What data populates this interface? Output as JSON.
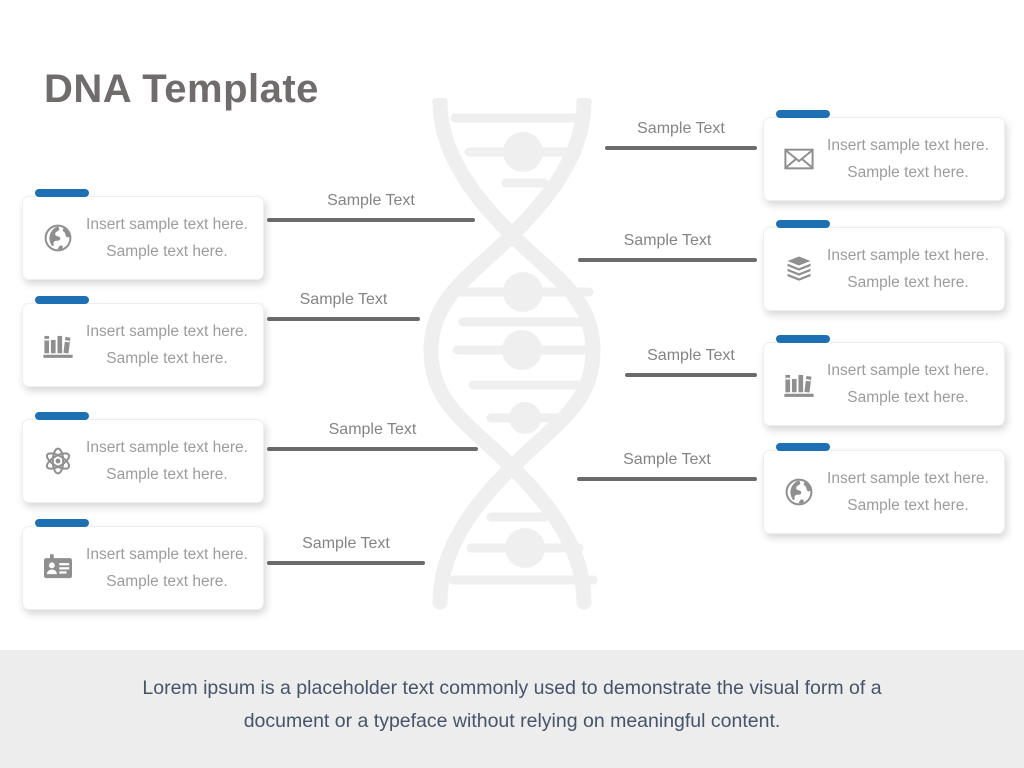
{
  "title": "DNA Template",
  "colors": {
    "accent_blue": "#1d70b4",
    "helix_gray": "#efefef",
    "connector_gray": "#6b6b6b",
    "footer_band": "#ededed",
    "footer_text": "#44546a",
    "card_text": "#9c9c9c",
    "title_gray": "#716c6c"
  },
  "connectors": [
    {
      "id": "left-1",
      "label": "Sample Text"
    },
    {
      "id": "left-2",
      "label": "Sample Text"
    },
    {
      "id": "left-3",
      "label": "Sample Text"
    },
    {
      "id": "left-4",
      "label": "Sample Text"
    },
    {
      "id": "right-1",
      "label": "Sample Text"
    },
    {
      "id": "right-2",
      "label": "Sample Text"
    },
    {
      "id": "right-3",
      "label": "Sample Text"
    },
    {
      "id": "right-4",
      "label": "Sample Text"
    }
  ],
  "cards": [
    {
      "side": "left",
      "icon": "globe-icon",
      "line1": "Insert sample text here.",
      "line2": "Sample text here."
    },
    {
      "side": "left",
      "icon": "bookshelf-icon",
      "line1": "Insert sample text here.",
      "line2": "Sample text here."
    },
    {
      "side": "left",
      "icon": "atom-icon",
      "line1": "Insert sample text here.",
      "line2": "Sample text here."
    },
    {
      "side": "left",
      "icon": "id-card-icon",
      "line1": "Insert sample text here.",
      "line2": "Sample text here."
    },
    {
      "side": "right",
      "icon": "envelope-icon",
      "line1": "Insert sample text here.",
      "line2": "Sample text here."
    },
    {
      "side": "right",
      "icon": "book-stack-icon",
      "line1": "Insert sample text here.",
      "line2": "Sample text here."
    },
    {
      "side": "right",
      "icon": "bookshelf-icon",
      "line1": "Insert sample text here.",
      "line2": "Sample text here."
    },
    {
      "side": "right",
      "icon": "globe-icon",
      "line1": "Insert sample text here.",
      "line2": "Sample text here."
    }
  ],
  "footer": {
    "line1": "Lorem ipsum is a placeholder text commonly used to demonstrate the visual form of a",
    "line2": "document or a typeface without relying on meaningful content."
  }
}
